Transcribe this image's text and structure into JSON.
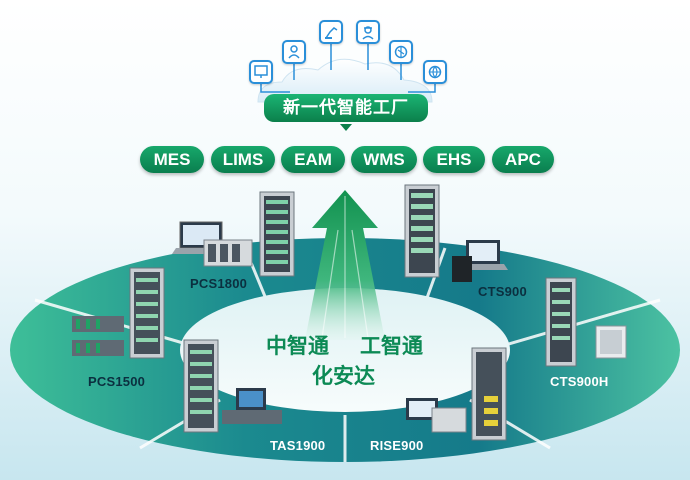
{
  "cloud": {
    "title": "新一代智能工厂",
    "icons": [
      "monitor-icon",
      "worker-icon",
      "robot-arm-icon",
      "engineer-icon",
      "brain-icon",
      "gear-globe-icon"
    ]
  },
  "systems": [
    "MES",
    "LIMS",
    "EAM",
    "WMS",
    "EHS",
    "APC"
  ],
  "products": {
    "pcs1800": "PCS1800",
    "cts900": "CTS900",
    "pcs1500": "PCS1500",
    "cts900h": "CTS900H",
    "tas1900": "TAS1900",
    "rise900": "RISE900"
  },
  "center": {
    "line1a": "中智通",
    "line1b": "工智通",
    "line2": "化安达"
  },
  "colors": {
    "accent_green": "#0a8a55",
    "ring_teal": "#1f8c93",
    "cloud_blue": "#2a8fd9"
  }
}
